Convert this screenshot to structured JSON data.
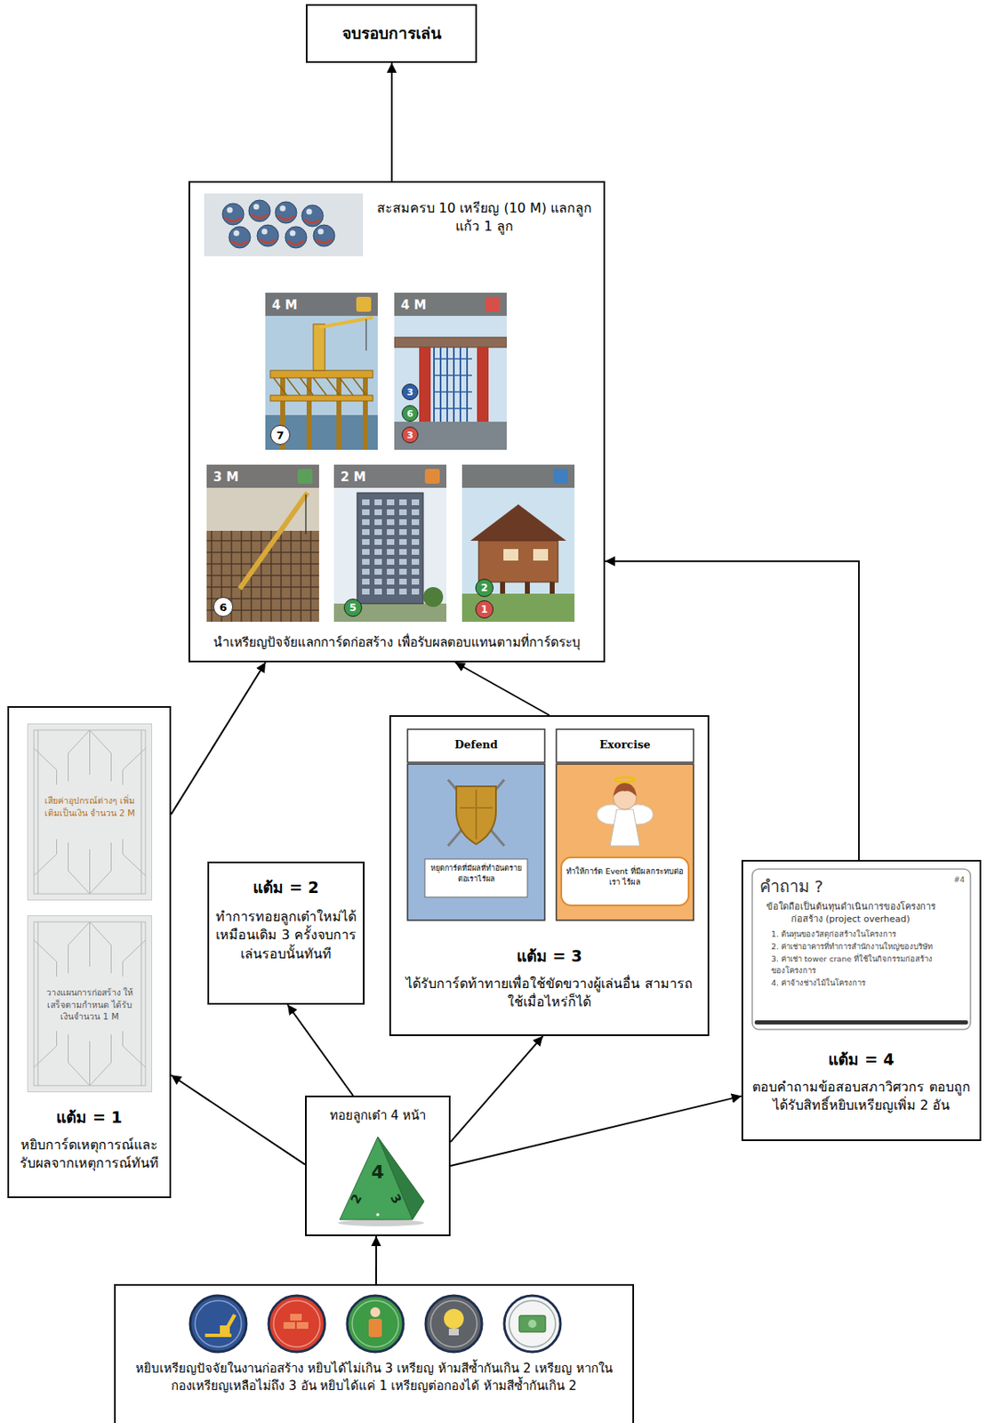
{
  "diagram": {
    "nodes": [
      {
        "text": [
          "จบรอบการเล่น"
        ]
      },
      {
        "text": [
          "สะสมครบ 10 เหรียญ (10 M) แลกลูกแก้ว 1 ลูก",
          "นำเหรียญปัจจัยแลกการ์ดก่อสร้าง เพื่อรับผลตอบแทนตามที่การ์ดระบุ"
        ]
      },
      {
        "text": [
          "4 M",
          "7"
        ],
        "in": 1
      },
      {
        "text": [
          "4 M",
          "3",
          "6",
          "3"
        ],
        "in": 1
      },
      {
        "text": [
          "3 M",
          "6"
        ],
        "in": 1
      },
      {
        "text": [
          "2 M",
          "5"
        ],
        "in": 1
      },
      {
        "text": [
          "2",
          "1"
        ],
        "in": 1
      },
      {
        "text": [
          "แต้ม = 1",
          "หยิบการ์ดเหตุการณ์และรับผลจากเหตุการณ์ทันที"
        ]
      },
      {
        "text": [
          "เสียค่าอุปกรณ์ต่างๆ เพิ่มเติมเป็นเงิน จำนวน 2 M"
        ],
        "in": 7
      },
      {
        "text": [
          "วางแผนการก่อสร้าง ให้เสร็จตามกำหนด ได้รับเงินจำนวน 1 M"
        ],
        "in": 7
      },
      {
        "text": [
          "แต้ม = 2",
          "ทำการทอยลูกเต๋าใหม่ได้เหมือนเดิม 3 ครั้งจบการเล่นรอบนั้นทันที"
        ]
      },
      {
        "text": [
          "แต้ม = 3",
          "ได้รับการ์ดท้าทายเพื่อใช้ขัดขวางผู้เล่นอื่น สามารถใช้เมื่อไหร่ก็ได้"
        ]
      },
      {
        "text": [
          "Defend",
          "หยุดการ์ดที่มีผลที่ทำอันตรายต่อเราไร้ผล"
        ],
        "in": 11
      },
      {
        "text": [
          "Exorcise",
          "ทำให้การ์ด Event ที่มีผลกระทบต่อเรา ไร้ผล"
        ],
        "in": 11
      },
      {
        "text": [
          "แต้ม = 4",
          "ตอบคำถามข้อสอบสภาวิศวกร ตอบถูกได้รับสิทธิ์หยิบเหรียญเพิ่ม 2 อัน"
        ]
      },
      {
        "text": [
          "คำถาม ?",
          "#4",
          "ข้อใดถือเป็นต้นทุนดำเนินการของโครงการก่อสร้าง (project overhead)",
          "1. ต้นทุนของวัสดุก่อสร้างในโครงการ",
          "2. ค่าเช่าอาคารที่ทำการสำนักงานใหญ่ของบริษัท",
          "3. ค่าเช่า tower crane ที่ใช้ในกิจกรรมก่อสร้างของโครงการ",
          "4. ค่าจ้างช่างไม้ในโครงการ"
        ],
        "in": 14
      },
      {
        "text": [
          "ทอยลูกเต๋า 4 หน้า"
        ]
      },
      {
        "text": [
          "หยิบเหรียญปัจจัยในงานก่อสร้าง หยิบได้ไม่เกิน 3 เหรียญ ห้ามสีซ้ำกันเกิน 2 เหรียญ หากในกองเหรียญเหลือไม่ถึง 3 อัน หยิบได้แค่ 1 เหรียญต่อกองได้ ห้ามสีซ้ำกันเกิน 2"
        ]
      }
    ],
    "edges": [
      {
        "from": 17,
        "to": 16,
        "arrow": "to"
      },
      {
        "from": 16,
        "to": 7,
        "arrow": "to"
      },
      {
        "from": 16,
        "to": 10,
        "arrow": "to"
      },
      {
        "from": 16,
        "to": 11,
        "arrow": "to"
      },
      {
        "from": 16,
        "to": 14,
        "arrow": "to"
      },
      {
        "from": 7,
        "to": 1,
        "arrow": "to"
      },
      {
        "from": 11,
        "to": 1,
        "arrow": "to"
      },
      {
        "from": 14,
        "to": 1,
        "arrow": "to"
      },
      {
        "from": 1,
        "to": 0,
        "arrow": "to"
      }
    ],
    "labels": [
      "4",
      "2",
      "3"
    ]
  }
}
